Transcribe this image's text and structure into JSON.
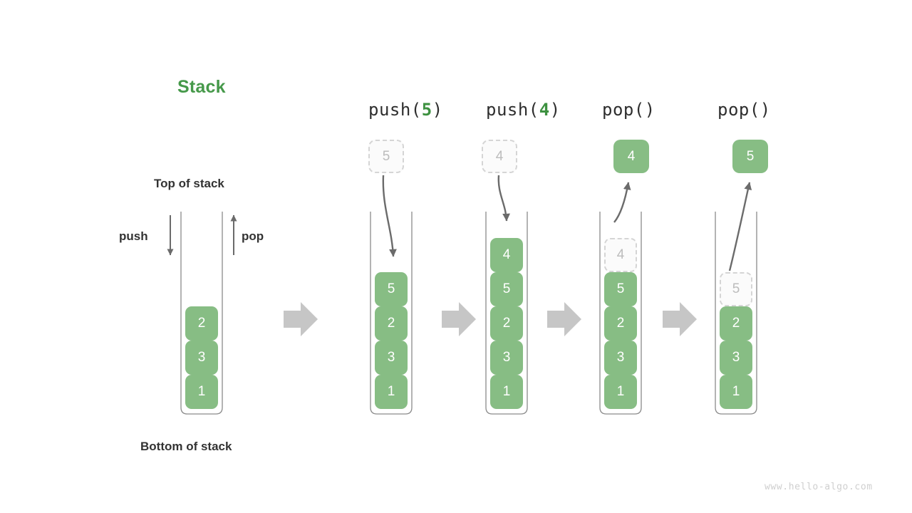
{
  "title": "Stack",
  "title_color": "#46994a",
  "accent_green": "#87bd84",
  "labels": {
    "top_of_stack": "Top of stack",
    "bottom_of_stack": "Bottom of stack",
    "push": "push",
    "pop": "pop"
  },
  "watermark": "www.hello-algo.com",
  "operations": [
    {
      "prefix": "push(",
      "arg": "5",
      "suffix": ")"
    },
    {
      "prefix": "push(",
      "arg": "4",
      "suffix": ")"
    },
    {
      "prefix": "pop(",
      "arg": "",
      "suffix": ")"
    },
    {
      "prefix": "pop(",
      "arg": "",
      "suffix": ")"
    }
  ],
  "stacks": [
    {
      "name": "initial-stack",
      "cells_bottom_to_top": [
        {
          "value": "1",
          "state": "filled"
        },
        {
          "value": "3",
          "state": "filled"
        },
        {
          "value": "2",
          "state": "filled"
        },
        {
          "value": "",
          "state": "empty"
        },
        {
          "value": "",
          "state": "empty"
        },
        {
          "value": "",
          "state": "empty"
        }
      ]
    },
    {
      "name": "stack-after-push-5",
      "cells_bottom_to_top": [
        {
          "value": "1",
          "state": "filled"
        },
        {
          "value": "3",
          "state": "filled"
        },
        {
          "value": "2",
          "state": "filled"
        },
        {
          "value": "5",
          "state": "filled"
        },
        {
          "value": "",
          "state": "empty"
        },
        {
          "value": "",
          "state": "empty"
        }
      ]
    },
    {
      "name": "stack-after-push-4",
      "cells_bottom_to_top": [
        {
          "value": "1",
          "state": "filled"
        },
        {
          "value": "3",
          "state": "filled"
        },
        {
          "value": "2",
          "state": "filled"
        },
        {
          "value": "5",
          "state": "filled"
        },
        {
          "value": "4",
          "state": "filled"
        },
        {
          "value": "",
          "state": "empty"
        }
      ]
    },
    {
      "name": "stack-after-pop-4",
      "cells_bottom_to_top": [
        {
          "value": "1",
          "state": "filled"
        },
        {
          "value": "3",
          "state": "filled"
        },
        {
          "value": "2",
          "state": "filled"
        },
        {
          "value": "5",
          "state": "filled"
        },
        {
          "value": "4",
          "state": "ghost"
        },
        {
          "value": "",
          "state": "empty"
        }
      ]
    },
    {
      "name": "stack-after-pop-5",
      "cells_bottom_to_top": [
        {
          "value": "1",
          "state": "filled"
        },
        {
          "value": "3",
          "state": "filled"
        },
        {
          "value": "2",
          "state": "filled"
        },
        {
          "value": "5",
          "state": "ghost"
        },
        {
          "value": "",
          "state": "empty"
        },
        {
          "value": "",
          "state": "empty"
        }
      ]
    }
  ],
  "float_boxes": [
    {
      "name": "incoming-box-5",
      "value": "5",
      "state": "ghost"
    },
    {
      "name": "incoming-box-4",
      "value": "4",
      "state": "ghost"
    },
    {
      "name": "popped-box-4",
      "value": "4",
      "state": "filled"
    },
    {
      "name": "popped-box-5",
      "value": "5",
      "state": "filled"
    }
  ],
  "flow_arrows": 4
}
